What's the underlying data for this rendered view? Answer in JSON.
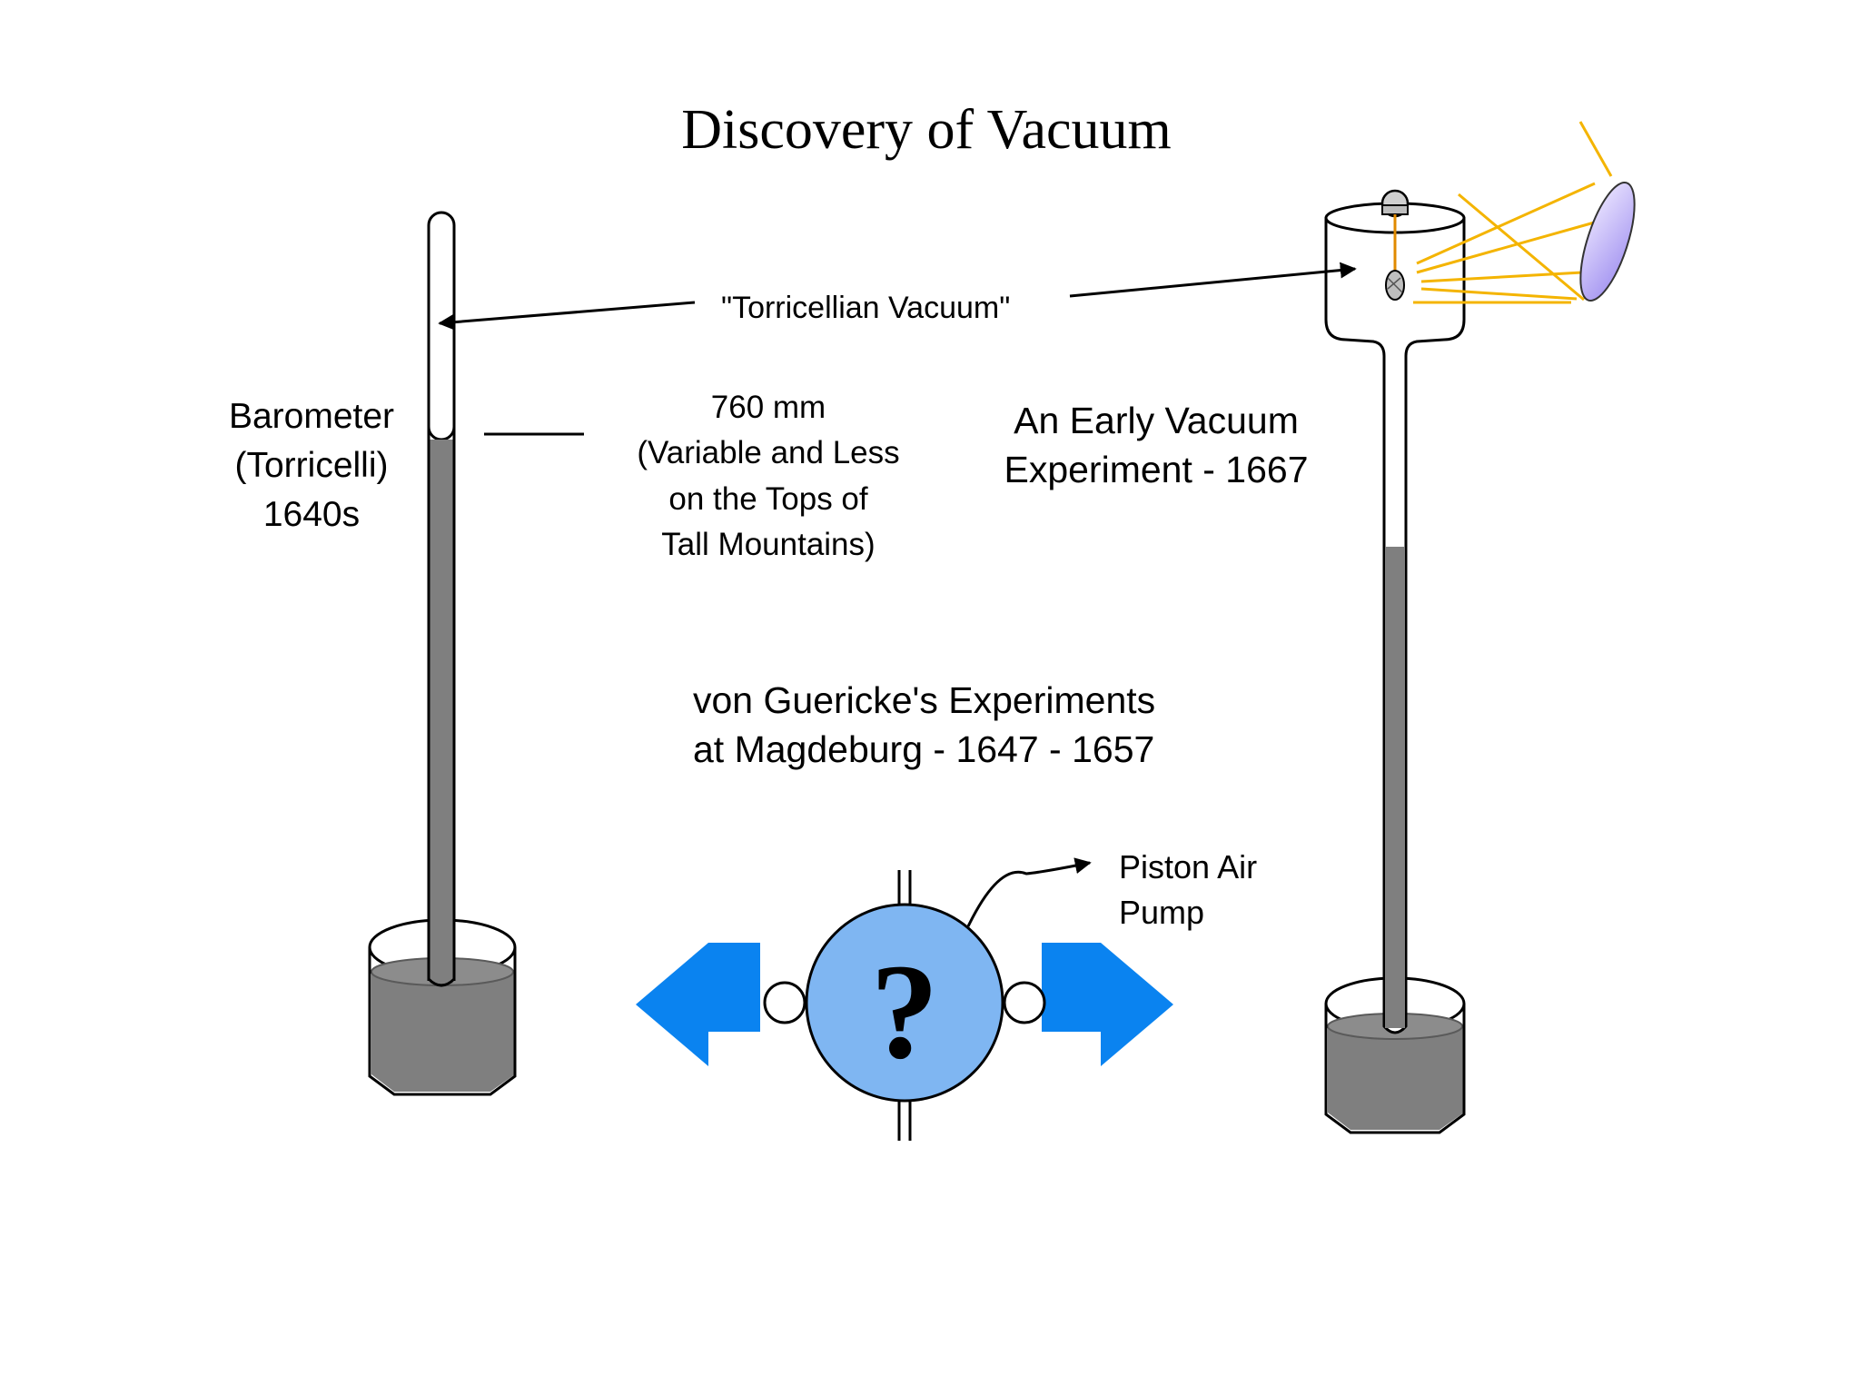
{
  "title": "Discovery of Vacuum",
  "vacuum_label": "\"Torricellian Vacuum\"",
  "barometer": {
    "line1": "Barometer",
    "line2": "(Torricelli)",
    "line3": "1640s"
  },
  "height_note": {
    "line1": "760 mm",
    "line2": "(Variable and Less",
    "line3": "on  the Tops of",
    "line4": "Tall Mountains)"
  },
  "early_experiment": {
    "line1": "An Early Vacuum",
    "line2": "Experiment - 1667"
  },
  "guericke": {
    "line1": "von Guericke's Experiments",
    "line2": "at Magdeburg - 1647 - 1657"
  },
  "pump": {
    "symbol": "?",
    "label_line1": "Piston Air",
    "label_line2": "Pump"
  },
  "colors": {
    "mercury": "#7f7f7f",
    "pump_body": "#7fb6f2",
    "arrow_blue": "#0a83f0",
    "light_rays": "#f4b400",
    "lens": "#b4a6f0"
  }
}
